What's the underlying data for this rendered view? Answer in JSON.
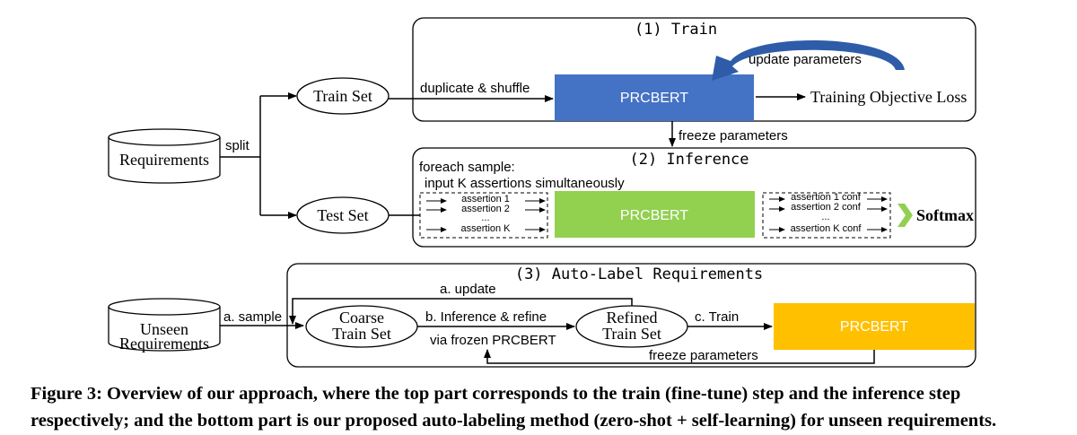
{
  "sections": {
    "train_title": "(1) Train",
    "inference_title": "(2) Inference",
    "autolabel_title": "(3) Auto-Label Requirements"
  },
  "nodes": {
    "requirements": "Requirements",
    "train_set": "Train Set",
    "test_set": "Test Set",
    "unseen_line1": "Unseen",
    "unseen_line2": "Requirements",
    "coarse_line1": "Coarse",
    "coarse_line2": "Train Set",
    "refined_line1": "Refined",
    "refined_line2": "Train Set",
    "prcbert_train": "PRCBERT",
    "prcbert_infer": "PRCBERT",
    "prcbert_auto": "PRCBERT",
    "training_loss": "Training Objective Loss",
    "softmax": "Softmax"
  },
  "edges": {
    "split": "split",
    "duplicate_shuffle": "duplicate & shuffle",
    "update_parameters": "update parameters",
    "freeze_parameters": "freeze parameters",
    "a_sample": "a. sample",
    "a_update": "a. update",
    "b_inference": "b. Inference & refine",
    "via_frozen": "via frozen PRCBERT",
    "c_train": "c. Train",
    "freeze_parameters_2": "freeze parameters"
  },
  "inference": {
    "foreach": "foreach sample:",
    "input_k": "input K assertions simultaneously",
    "assertions": [
      "assertion 1",
      "assertion 2",
      "...",
      "assertion K"
    ],
    "confs": [
      "assertion 1 conf",
      "assertion 2 conf",
      "...",
      "assertion K conf"
    ]
  },
  "caption": "Figure 3: Overview of our approach, where the top part corresponds to the train (fine-tune) step and the inference step respectively; and the bottom part is our proposed auto-labeling method (zero-shot + self-learning) for unseen requirements.",
  "colors": {
    "train_model": "#4472c4",
    "infer_model": "#92d050",
    "auto_model": "#ffc000",
    "curve_arrow": "#2e5ca8"
  }
}
